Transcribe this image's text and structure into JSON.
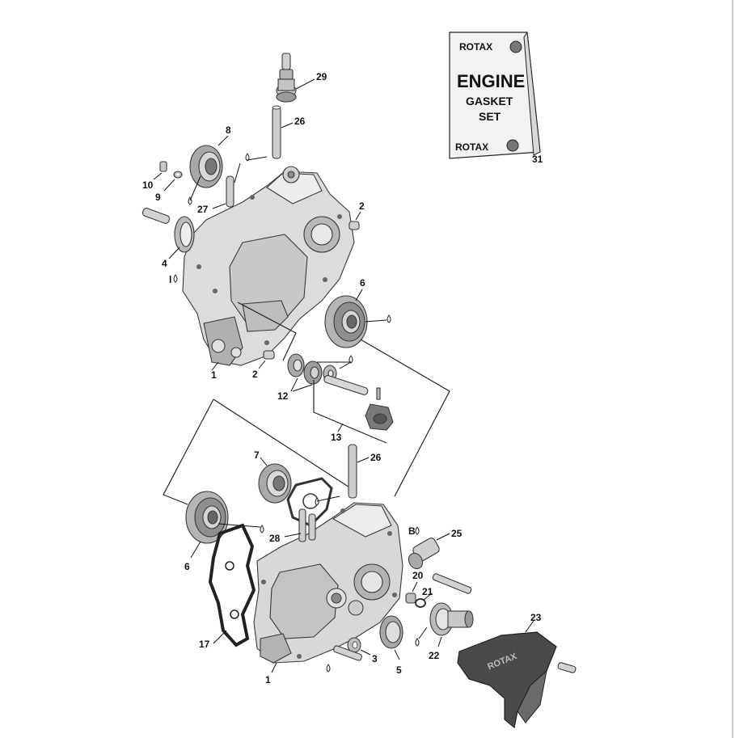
{
  "callouts": {
    "c1_top": "1",
    "c1_bottom": "1",
    "c2_top": "2",
    "c2_mid": "2",
    "c3": "3",
    "c4": "4",
    "c5": "5",
    "c6_top": "6",
    "c6_bottom": "6",
    "c7": "7",
    "c8": "8",
    "c9": "9",
    "c10": "10",
    "c12": "12",
    "c13": "13",
    "c17": "17",
    "c20": "20",
    "c21": "21",
    "c22": "22",
    "c23": "23",
    "c25": "25",
    "c26_top": "26",
    "c26_bottom": "26",
    "c27": "27",
    "c28": "28",
    "c29": "29",
    "c31": "31"
  },
  "markers": {
    "l_mark": "l",
    "b_mark": "B"
  },
  "gasket_card": {
    "brand_top": "ROTAX",
    "line1": "ENGINE",
    "line2": "GASKET",
    "line3": "SET",
    "brand_bottom": "ROTAX"
  },
  "starter_cover_text": "ROTAX",
  "colors": {
    "part_light": "#e6e6e6",
    "part_mid": "#c4c4c4",
    "part_dark": "#8e8e8e",
    "cover_dark": "#4a4a4a"
  }
}
